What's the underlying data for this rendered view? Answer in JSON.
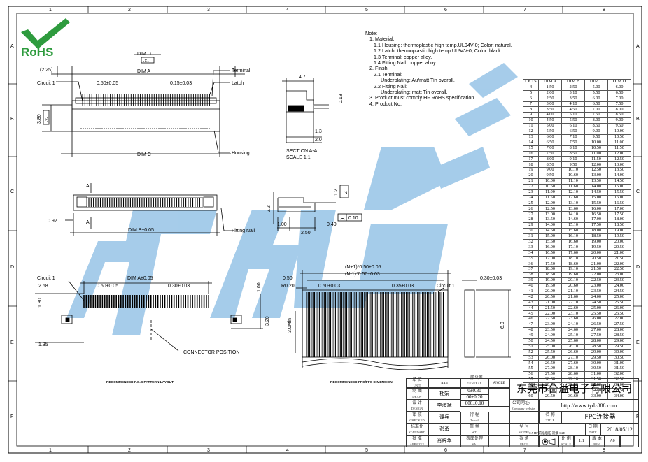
{
  "border": {
    "columns": [
      "1",
      "2",
      "3",
      "4",
      "5",
      "6",
      "7",
      "8"
    ],
    "rows": [
      "A",
      "B",
      "C",
      "D",
      "E",
      "F"
    ]
  },
  "logo": {
    "text": "RoHS",
    "icon": "checkmark-icon"
  },
  "top_view": {
    "dim_d": "DIM D",
    "x_box": "-X-",
    "dim_a": "DIM A",
    "offset": "(2.25)",
    "circuit1": "Circuit 1",
    "pitch": "0.50±0.05",
    "pitch_tol": "0.15±0.03",
    "terminal": "Terminal",
    "latch": "Latch",
    "height": "3.80",
    "y_box": "-Y-",
    "dim_c": "DIM C",
    "housing": "Housing"
  },
  "section_view": {
    "w": "4.7",
    "h018": "0.18",
    "h13": "1.3",
    "h20": "2.0",
    "title": "SECTION A-A",
    "scale": "SCALE    1:1"
  },
  "bottom_view": {
    "a_top": "A",
    "a_bot": "A",
    "d092": "0.92",
    "dim_b": "DIM B±0.05",
    "fitting_nail": "Fitting Nail"
  },
  "side_view": {
    "z_box": "-Z-",
    "d12": "1.2",
    "d22": "2.2",
    "d100": "1.00",
    "d250": "2.50",
    "d040": "0.40",
    "flat": "0.10"
  },
  "pcb_layout": {
    "circuit1": "Circuit 1",
    "dim_a": "DIM A±0.05",
    "d268": "2.68",
    "pitch": "0.50±0.05",
    "pad": "0.30±0.03",
    "d100": "1.00",
    "d180": "1.80",
    "d320": "3.20",
    "d135": "1.35",
    "connector_position": "CONNECTOR POSITION",
    "caption": "RECOMMENDED P.C.B PATTERN LAYOUT"
  },
  "fpc_layout": {
    "n1": "(N+1)*0.50±0.05",
    "n_1": "(N-1)*0.50±0.03",
    "d050": "0.50",
    "r020": "R0.20",
    "pitch": "0.50±0.03",
    "w035": "0.35±0.03",
    "circuit1": "Circuit 1",
    "thick": "0.30±0.03",
    "min": "3.0Min",
    "len": "6.0",
    "caption": "RECOMMENDED FPC/FFC DIMENSION"
  },
  "notes": [
    {
      "level": 0,
      "text": "Note:"
    },
    {
      "level": 1,
      "text": "1. Material:"
    },
    {
      "level": 2,
      "text": "1.1 Housing: thermoplastic high temp.UL94V-0; Color: natural."
    },
    {
      "level": 2,
      "text": "1.2 Latch: thermoplastic high temp.UL94V-0; Color: black."
    },
    {
      "level": 2,
      "text": "1.3 Terminal: copper alloy."
    },
    {
      "level": 2,
      "text": "1.4 Fitting Nail: copper alloy."
    },
    {
      "level": 1,
      "text": "2. Finsh:"
    },
    {
      "level": 2,
      "text": "2.1 Terminal:"
    },
    {
      "level": 3,
      "text": "Underplating: Au/matt Tin overall."
    },
    {
      "level": 2,
      "text": "2.2 Fitting Nail:"
    },
    {
      "level": 3,
      "text": "Underplating: matt Tin overall."
    },
    {
      "level": 1,
      "text": "3. Product must comply HF RoHS specification."
    },
    {
      "level": 1,
      "text": "4. Product No:"
    }
  ],
  "dim_table": {
    "headers": [
      "CKTS",
      "DIM A",
      "DIM B",
      "DIM C",
      "DIM D"
    ],
    "rows": [
      [
        "4",
        "1.50",
        "2.50",
        "5.00",
        "6.00"
      ],
      [
        "5",
        "2.00",
        "3.10",
        "5.50",
        "6.50"
      ],
      [
        "6",
        "2.50",
        "3.50",
        "6.00",
        "7.00"
      ],
      [
        "7",
        "3.00",
        "4.10",
        "6.50",
        "7.50"
      ],
      [
        "8",
        "3.50",
        "4.50",
        "7.00",
        "8.00"
      ],
      [
        "9",
        "4.00",
        "5.10",
        "7.50",
        "8.50"
      ],
      [
        "10",
        "4.50",
        "5.50",
        "8.00",
        "9.00"
      ],
      [
        "11",
        "5.00",
        "6.10",
        "8.50",
        "9.50"
      ],
      [
        "12",
        "5.50",
        "6.50",
        "9.00",
        "10.00"
      ],
      [
        "13",
        "6.00",
        "7.10",
        "9.50",
        "10.50"
      ],
      [
        "14",
        "6.50",
        "7.50",
        "10.00",
        "11.00"
      ],
      [
        "15",
        "7.00",
        "8.10",
        "10.50",
        "11.50"
      ],
      [
        "16",
        "7.50",
        "8.50",
        "11.00",
        "12.00"
      ],
      [
        "17",
        "8.00",
        "9.10",
        "11.50",
        "12.50"
      ],
      [
        "18",
        "8.50",
        "9.50",
        "12.00",
        "13.00"
      ],
      [
        "19",
        "9.00",
        "10.10",
        "12.50",
        "13.50"
      ],
      [
        "20",
        "9.50",
        "10.60",
        "13.00",
        "14.00"
      ],
      [
        "21",
        "10.00",
        "11.10",
        "13.50",
        "14.50"
      ],
      [
        "22",
        "10.50",
        "11.60",
        "14.00",
        "15.00"
      ],
      [
        "23",
        "11.00",
        "12.10",
        "14.50",
        "15.50"
      ],
      [
        "24",
        "11.50",
        "12.60",
        "15.00",
        "16.00"
      ],
      [
        "25",
        "12.00",
        "13.10",
        "15.50",
        "16.50"
      ],
      [
        "26",
        "12.50",
        "13.60",
        "16.00",
        "17.00"
      ],
      [
        "27",
        "13.00",
        "14.10",
        "16.50",
        "17.50"
      ],
      [
        "28",
        "13.50",
        "14.60",
        "17.00",
        "18.00"
      ],
      [
        "29",
        "14.00",
        "15.10",
        "17.50",
        "18.50"
      ],
      [
        "30",
        "14.50",
        "15.60",
        "18.00",
        "19.00"
      ],
      [
        "31",
        "15.00",
        "16.10",
        "18.50",
        "19.50"
      ],
      [
        "32",
        "15.50",
        "16.60",
        "19.00",
        "20.00"
      ],
      [
        "33",
        "16.00",
        "17.10",
        "19.50",
        "20.50"
      ],
      [
        "34",
        "16.50",
        "17.60",
        "20.00",
        "21.00"
      ],
      [
        "35",
        "17.00",
        "18.10",
        "20.50",
        "21.50"
      ],
      [
        "36",
        "17.50",
        "18.60",
        "21.00",
        "22.00"
      ],
      [
        "37",
        "18.00",
        "19.10",
        "21.50",
        "22.50"
      ],
      [
        "38",
        "18.50",
        "19.60",
        "22.00",
        "23.00"
      ],
      [
        "39",
        "19.00",
        "20.10",
        "22.50",
        "23.50"
      ],
      [
        "40",
        "19.50",
        "20.60",
        "23.00",
        "24.00"
      ],
      [
        "41",
        "20.00",
        "21.10",
        "23.50",
        "24.50"
      ],
      [
        "42",
        "20.50",
        "21.60",
        "24.00",
        "25.00"
      ],
      [
        "43",
        "21.00",
        "22.10",
        "24.50",
        "25.50"
      ],
      [
        "44",
        "21.50",
        "22.60",
        "25.00",
        "26.00"
      ],
      [
        "45",
        "22.00",
        "23.10",
        "25.50",
        "26.50"
      ],
      [
        "46",
        "22.50",
        "23.60",
        "26.00",
        "27.00"
      ],
      [
        "47",
        "23.00",
        "24.10",
        "26.50",
        "27.50"
      ],
      [
        "48",
        "23.50",
        "24.60",
        "27.00",
        "28.00"
      ],
      [
        "49",
        "24.00",
        "25.10",
        "27.50",
        "28.50"
      ],
      [
        "50",
        "24.50",
        "25.60",
        "28.00",
        "29.00"
      ],
      [
        "51",
        "25.00",
        "26.10",
        "28.50",
        "29.50"
      ],
      [
        "52",
        "25.50",
        "26.60",
        "29.00",
        "30.00"
      ],
      [
        "53",
        "26.00",
        "27.10",
        "29.50",
        "30.50"
      ],
      [
        "54",
        "26.50",
        "27.60",
        "30.00",
        "31.00"
      ],
      [
        "55",
        "27.00",
        "28.10",
        "30.50",
        "31.50"
      ],
      [
        "56",
        "27.50",
        "28.60",
        "31.00",
        "32.00"
      ],
      [
        "57",
        "28.00",
        "29.10",
        "31.50",
        "32.50"
      ],
      [
        "58",
        "28.50",
        "29.60",
        "32.00",
        "33.00"
      ],
      [
        "59",
        "29.00",
        "30.10",
        "32.50",
        "33.50"
      ],
      [
        "60",
        "29.50",
        "30.60",
        "33.00",
        "34.00"
      ]
    ]
  },
  "title_block": {
    "unit_label": "单 位",
    "unit_en": "UNIT",
    "unit_val": "mm",
    "tol_label": "一般公差",
    "tol_en": "GENERAL TOLERANCE",
    "angle": "ANGLE",
    "tol1": "0±0.30",
    "tol2": "00±0.20",
    "tol3": "000±0.10",
    "draw_label": "制 图",
    "draw_en": "DRAW",
    "draw_val": "杜娟",
    "design_label": "设 计",
    "design_en": "DESIGN",
    "design_val": "李海斌",
    "check_label": "审 核",
    "check_en": "CHECKED",
    "check_val": "谭兵",
    "std_label": "标准化",
    "std_en": "STANDARD",
    "std_val": "彭勇",
    "approve_label": "批 准",
    "approve_en": "APPROVE",
    "approve_val": "肖辉华",
    "travel_label": "行 程",
    "travel_en": "Travel",
    "wt_label": "重 量",
    "wt_en": "WT.",
    "sa_label": "表面处理",
    "sa_en": "SA.",
    "company": "东莞市台溢电子有限公司",
    "website_label": "公司网址:",
    "website_en": "Company website",
    "website": "http://www.tydz888.com",
    "title_label": "名 称",
    "title_en": "TITLE",
    "title": "FPC连接器",
    "model_label": "型 号",
    "model_en": "MODEL",
    "model": "0.5 HP 前插后压 双接 1.2H",
    "date_label": "日 期",
    "date_en": "DATE",
    "date": "2018/05/12",
    "proj_label": "视 角",
    "proj_en": "PROJ.",
    "scale_label": "比 例",
    "scale_en": "SCALE",
    "scale": "1:1",
    "rev_label": "版 本",
    "rev_en": "REV.",
    "rev": "A0"
  },
  "colors": {
    "line": "#000000",
    "watermark": "#4e9ad6",
    "logo": "#2e9b3e"
  }
}
